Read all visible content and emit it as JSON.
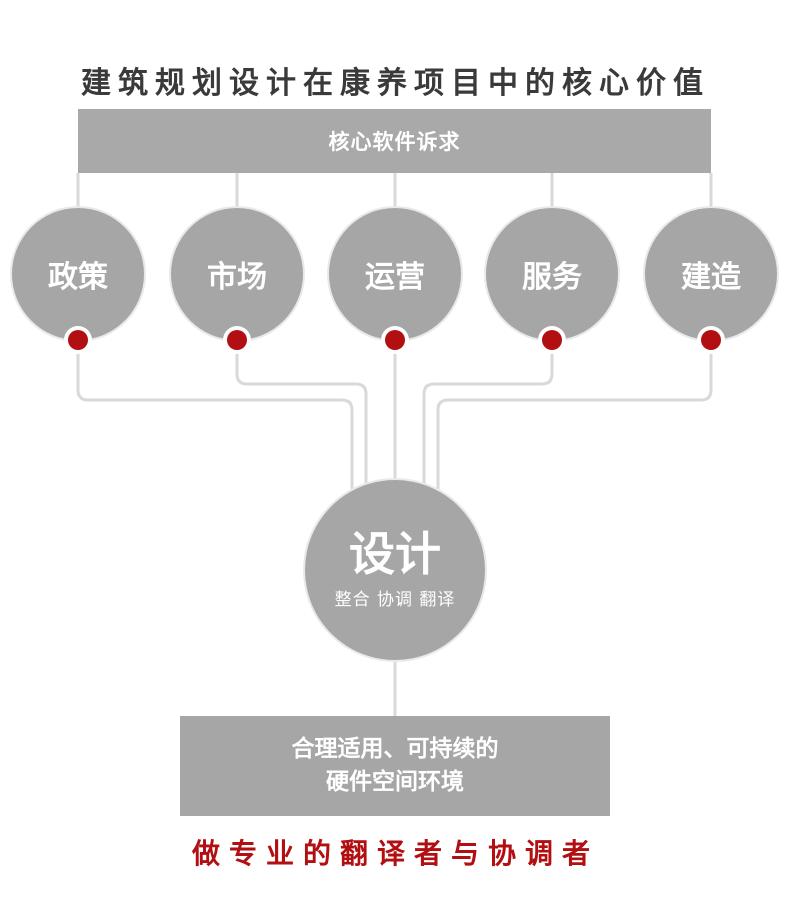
{
  "title": "建筑规划设计在康养项目中的核心价值",
  "header": {
    "label": "核心软件诉求"
  },
  "demands": [
    {
      "label": "政策"
    },
    {
      "label": "市场"
    },
    {
      "label": "运营"
    },
    {
      "label": "服务"
    },
    {
      "label": "建造"
    }
  ],
  "center": {
    "title": "设计",
    "subtitle": "整合 协调 翻译"
  },
  "result": {
    "line1": "合理适用、可持续的",
    "line2": "硬件空间环境"
  },
  "slogan": "做专业的翻译者与协调者",
  "colors": {
    "gray": "#a6a6a6",
    "accent_red": "#b20f12",
    "title_text": "#3a3a3a",
    "connector": "#d9d9d9"
  }
}
